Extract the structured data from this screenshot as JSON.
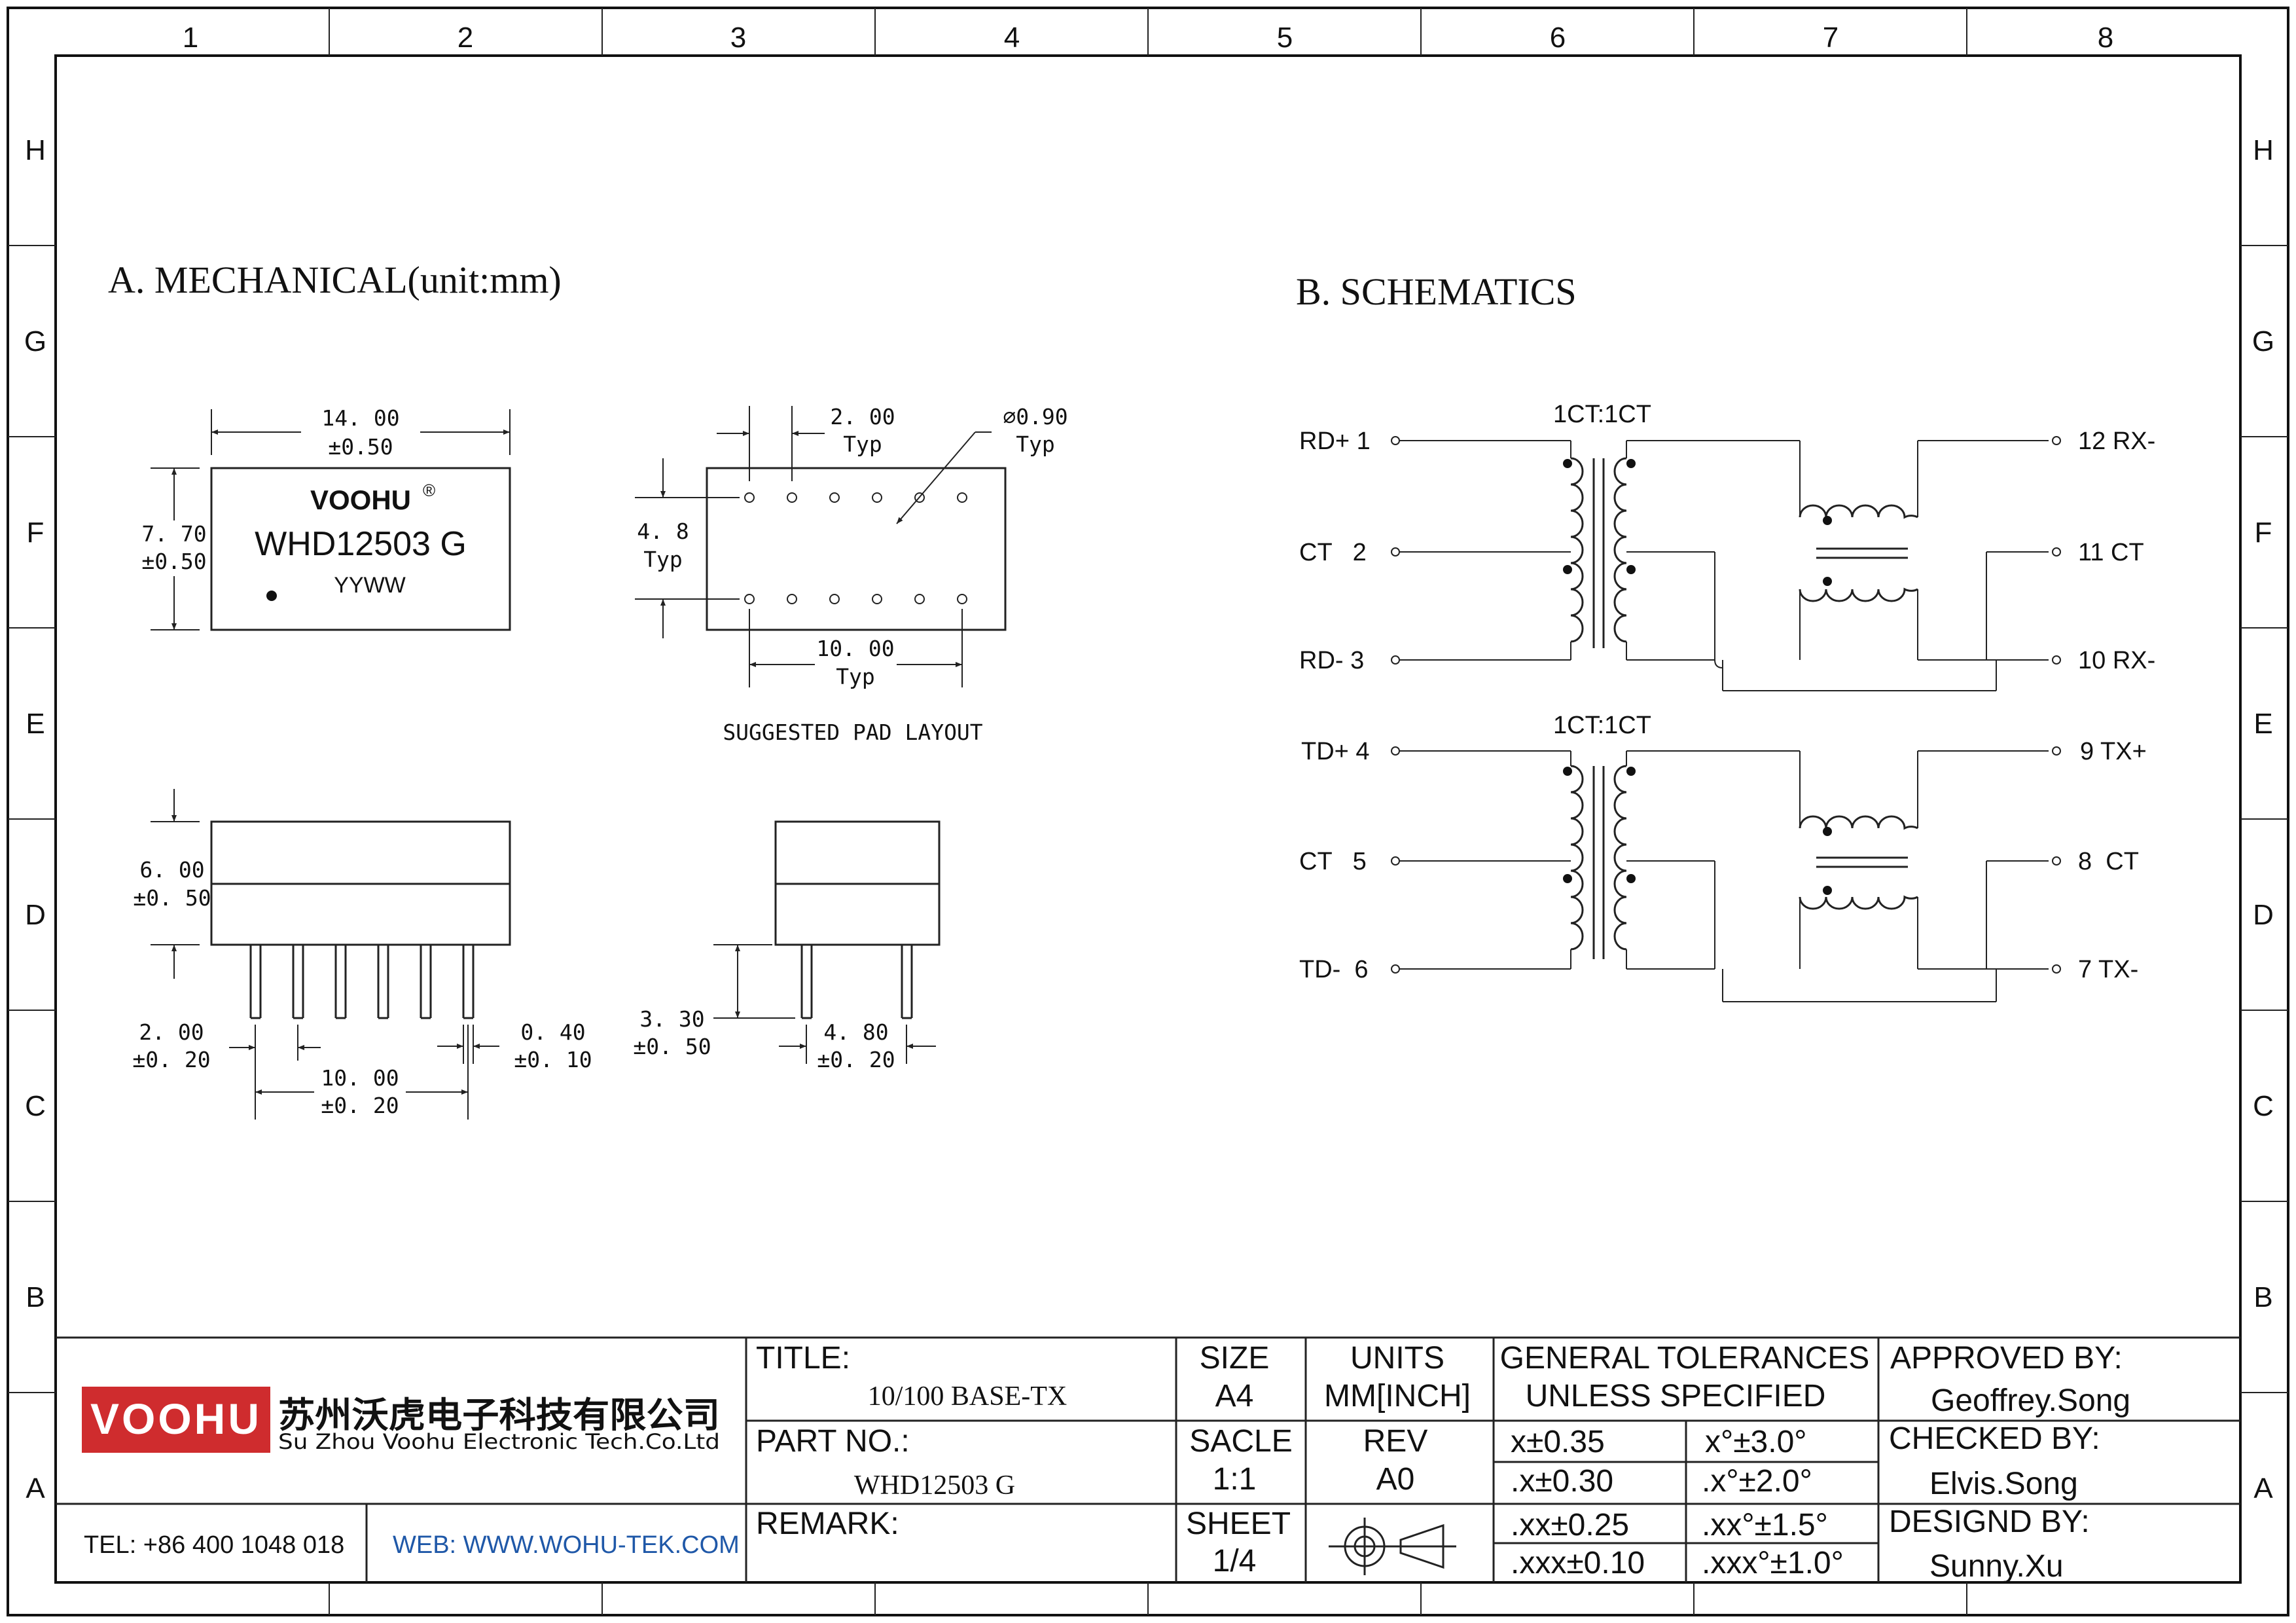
{
  "zones": {
    "columns": [
      "1",
      "2",
      "3",
      "4",
      "5",
      "6",
      "7",
      "8"
    ],
    "rows": [
      "H",
      "G",
      "F",
      "E",
      "D",
      "C",
      "B",
      "A"
    ]
  },
  "mechanical": {
    "heading": "A. MECHANICAL(unit:mm)",
    "top_view": {
      "width_value": "14. 00",
      "width_tol": "±0.50",
      "height_value": "7. 70",
      "height_tol": "±0.50",
      "brand": "VOOHU",
      "registered": "®",
      "part": "WHD12503 G",
      "datecode": "YYWW"
    },
    "pad_layout": {
      "pitch_value": "2. 00",
      "pitch_tol": "Typ",
      "hole_value": "∅0.90",
      "hole_tol": "Typ",
      "row_value": "4. 8",
      "row_tol": "Typ",
      "span_value": "10. 00",
      "span_tol": "Typ",
      "caption": "SUGGESTED PAD LAYOUT"
    },
    "side_view": {
      "height_value": "6. 00",
      "height_tol": "±0. 50",
      "pitch_value": "2. 00",
      "pitch_tol": "±0. 20",
      "pin_value": "0. 40",
      "pin_tol": "±0. 10",
      "span_value": "10. 00",
      "span_tol": "±0. 20"
    },
    "end_view": {
      "lead_value": "3. 30",
      "lead_tol": "±0. 50",
      "width_value": "4. 80",
      "width_tol": "±0. 20"
    }
  },
  "schematics": {
    "heading": "B. SCHEMATICS",
    "upper": {
      "ratio": "1CT:1CT",
      "left_pins": [
        "RD+ 1",
        "CT   2",
        "RD- 3"
      ],
      "right_pins": [
        "12 RX-",
        "11 CT",
        "10 RX-"
      ]
    },
    "lower": {
      "ratio": "1CT:1CT",
      "left_pins": [
        "TD+ 4",
        "CT   5",
        "TD-  6"
      ],
      "right_pins": [
        "9 TX+",
        "8  CT",
        "7 TX-"
      ]
    }
  },
  "title_block": {
    "logo": "VOOHU",
    "company_cn": "苏州沃虎电子科技有限公司",
    "company_en": "Su Zhou Voohu Electronic Tech.Co.Ltd",
    "tel": "TEL: +86 400 1048 018",
    "web": "WEB: WWW.WOHU-TEK.COM",
    "title_label": "TITLE:",
    "title_value": "10/100 BASE-TX",
    "part_label": "PART NO.:",
    "part_value": "WHD12503 G",
    "remark_label": "REMARK:",
    "size_label": "SIZE",
    "size_value": "A4",
    "scale_label": "SACLE",
    "scale_value": "1:1",
    "sheet_label": "SHEET",
    "sheet_value": "1/4",
    "units_label": "UNITS",
    "units_value": "MM[INCH]",
    "rev_label": "REV",
    "rev_value": "A0",
    "tolerances_line1": "GENERAL TOLERANCES",
    "tolerances_line2": "UNLESS SPECIFIED",
    "tol_linear": [
      "x±0.35",
      ".x±0.30",
      ".xx±0.25",
      ".xxx±0.10"
    ],
    "tol_angular": [
      "x°±3.0°",
      ".x°±2.0°",
      ".xx°±1.5°",
      ".xxx°±1.0°"
    ],
    "approved_label": "APPROVED BY:",
    "approved_name": "Geoffrey.Song",
    "checked_label": "CHECKED BY:",
    "checked_name": "Elvis.Song",
    "designed_label": "DESIGND BY:",
    "designed_name": "Sunny.Xu"
  },
  "colors": {
    "logo_red": "#cf2c2e",
    "web_blue": "#1f58a8",
    "ink": "#111111"
  }
}
